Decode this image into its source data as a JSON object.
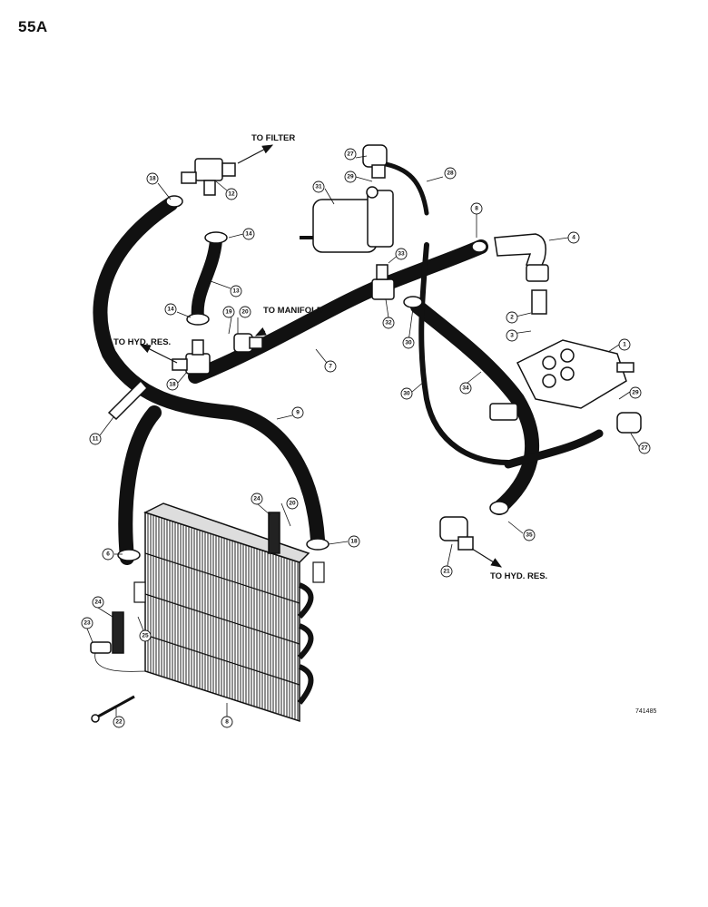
{
  "page_number": "55A",
  "drawing_code": "741485",
  "flow_labels": {
    "to_filter": "TO FILTER",
    "to_manifold": "TO MANIFOLD",
    "to_hyd_res_left": "TO HYD. RES.",
    "to_hyd_res_bottom": "TO HYD. RES."
  },
  "callouts": {
    "c1": "1",
    "c2": "2",
    "c3": "3",
    "c4": "4",
    "c6": "6",
    "c7": "7",
    "c8": "8",
    "c8b": "8",
    "c9": "9",
    "c11": "11",
    "c12": "12",
    "c13": "13",
    "c14a": "14",
    "c14b": "14",
    "c18a": "18",
    "c18b": "18",
    "c18c": "18",
    "c19": "19",
    "c20a": "20",
    "c20b": "20",
    "c21": "21",
    "c22": "22",
    "c23": "23",
    "c24a": "24",
    "c24b": "24",
    "c25": "25",
    "c27a": "27",
    "c27b": "27",
    "c28": "28",
    "c29a": "29",
    "c29b": "29",
    "c30a": "30",
    "c30b": "30",
    "c31": "31",
    "c32": "32",
    "c33": "33",
    "c34": "34",
    "c35": "35"
  }
}
